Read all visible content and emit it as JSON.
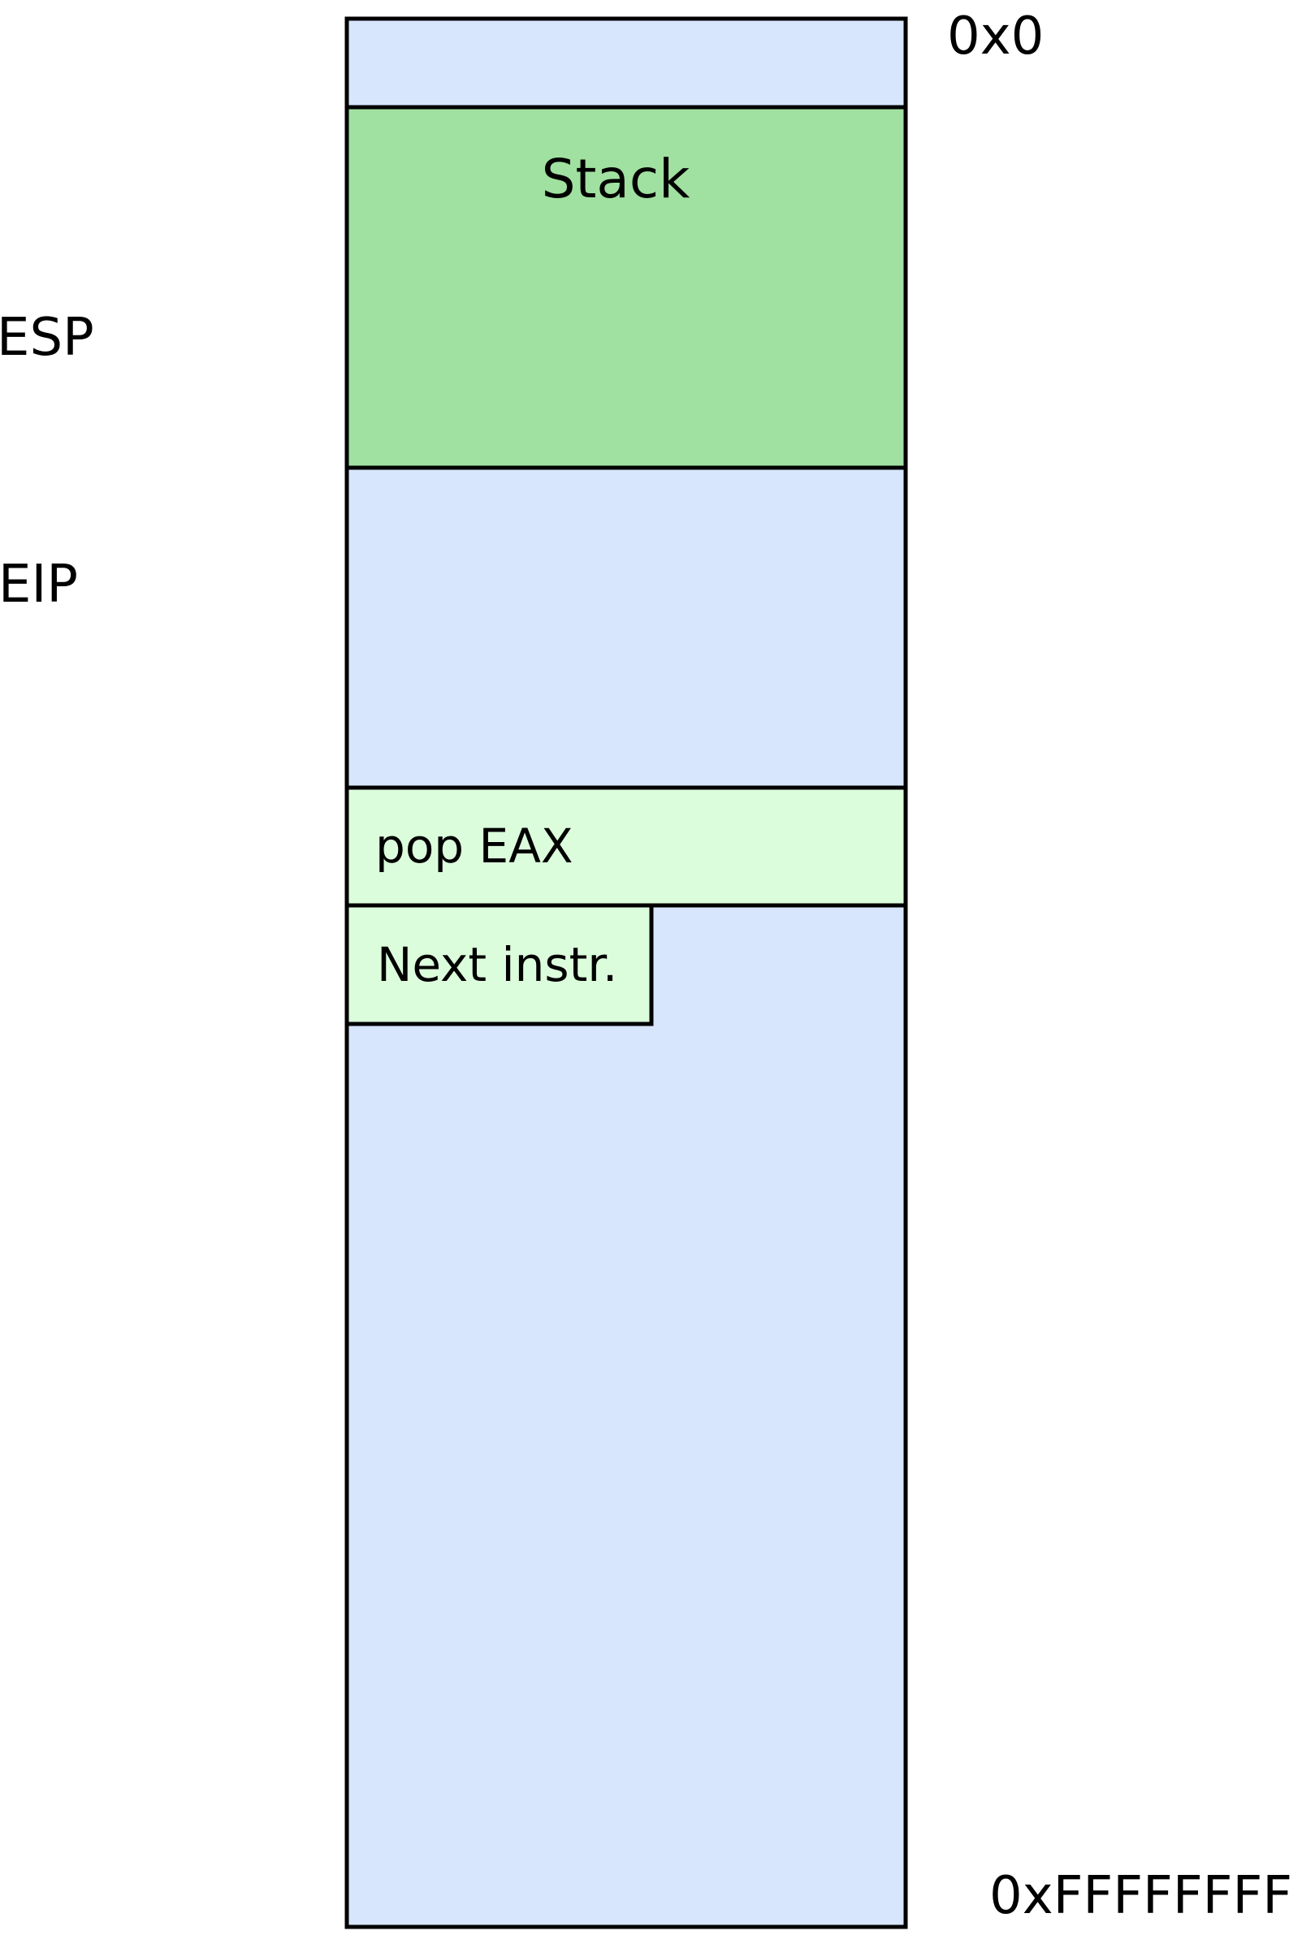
{
  "diagram": {
    "address_top": "0x0",
    "address_bottom": "0xFFFFFFFF",
    "registers": {
      "esp": "ESP",
      "eip": "EIP"
    },
    "regions": {
      "stack": "Stack",
      "pop_instruction": "pop EAX",
      "next_instruction": "Next instr."
    },
    "colors": {
      "memory": "#d7e6fd",
      "stack": "#a0e0a0",
      "instruction": "#dcfddc",
      "border": "#000000"
    }
  }
}
